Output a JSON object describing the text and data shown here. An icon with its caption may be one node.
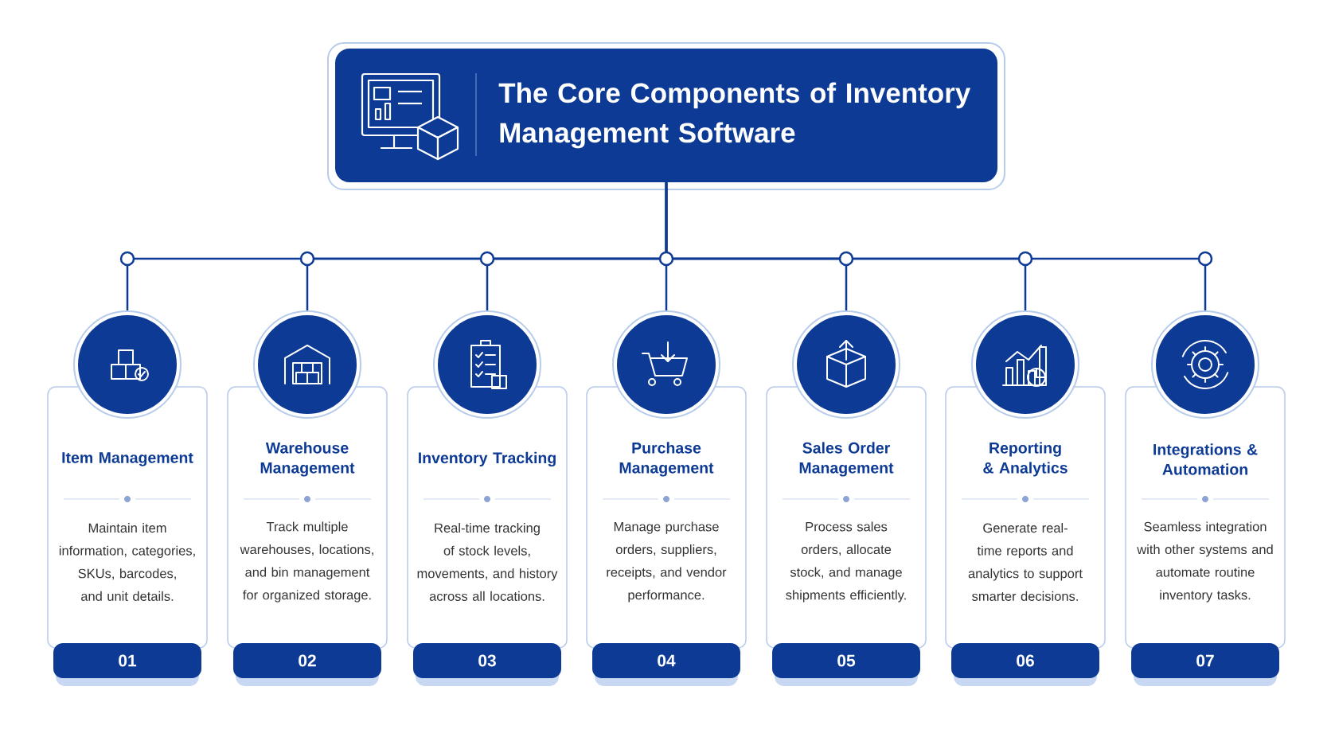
{
  "diagram": {
    "nodes": [
      {
        "text": [
          "The Core Components of Inventory Management Software"
        ]
      },
      {
        "text": [],
        "shape": "circle"
      },
      {
        "text": [
          "Item Management",
          "Maintain item information, categories, SKUs, barcodes, and unit details.",
          "01"
        ]
      },
      {
        "text": [],
        "shape": "circle"
      },
      {
        "text": [
          "Warehouse Management",
          "Track multiple warehouses, locations, and bin management for organized storage.",
          "02"
        ]
      },
      {
        "text": [],
        "shape": "circle"
      },
      {
        "text": [
          "Inventory Tracking",
          "Real-time tracking of stock levels, movements, and history across all locations.",
          "03"
        ]
      },
      {
        "text": [],
        "shape": "circle"
      },
      {
        "text": [
          "Purchase Management",
          "Manage purchase orders, suppliers, receipts, and vendor performance.",
          "04"
        ]
      },
      {
        "text": [],
        "shape": "circle"
      },
      {
        "text": [
          "Sales Order Management",
          "Process sales orders, allocate stock, and manage shipments efficiently.",
          "05"
        ]
      },
      {
        "text": [],
        "shape": "circle"
      },
      {
        "text": [
          "Reporting & Analytics",
          "Generate real-time reports and analytics to support smarter decisions.",
          "06"
        ]
      },
      {
        "text": [],
        "shape": "circle"
      },
      {
        "text": [
          "Integrations & Automation",
          "Seamless integration with other systems and automate routine inventory tasks.",
          "07"
        ]
      }
    ],
    "edges": [
      {
        "from": 0,
        "to": 1,
        "arrow": "none"
      },
      {
        "from": 0,
        "to": 3,
        "arrow": "none"
      },
      {
        "from": 0,
        "to": 5,
        "arrow": "none"
      },
      {
        "from": 0,
        "to": 7,
        "arrow": "none"
      },
      {
        "from": 0,
        "to": 9,
        "arrow": "none"
      },
      {
        "from": 0,
        "to": 11,
        "arrow": "none"
      },
      {
        "from": 0,
        "to": 13,
        "arrow": "none"
      }
    ]
  }
}
